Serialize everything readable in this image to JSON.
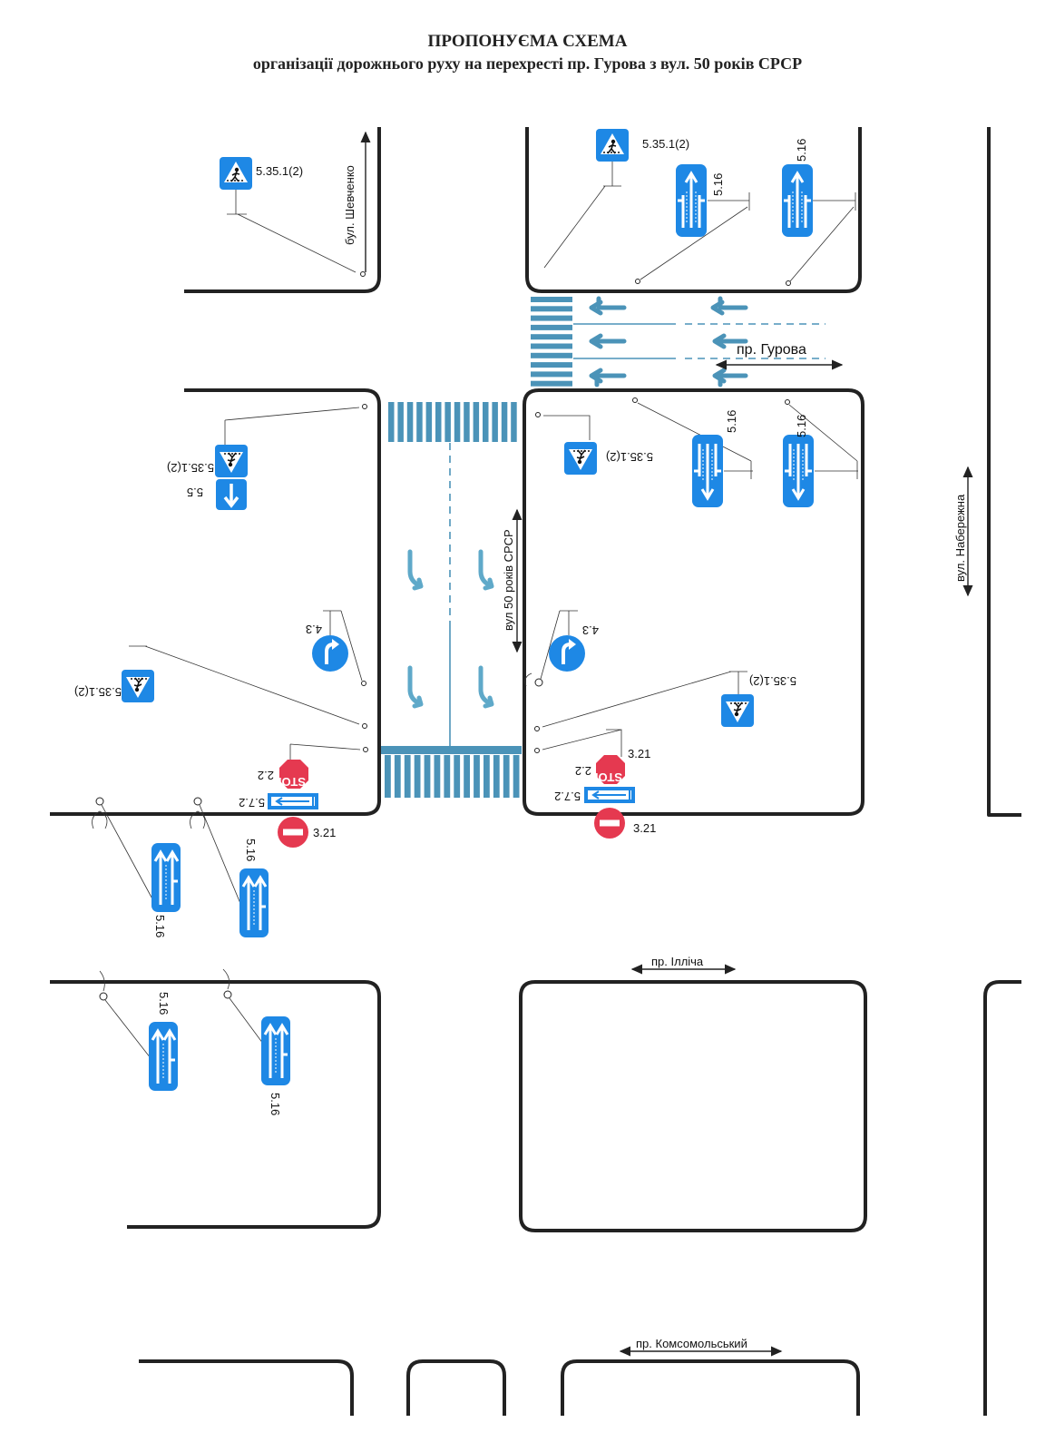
{
  "title": {
    "main": "ПРОПОНУЄМА СХЕМА",
    "sub": "організації дорожнього руху на перехресті пр. Гурова з вул. 50 років СРСР"
  },
  "streets": {
    "shevchenko": "бул. Шевченко",
    "gurova": "пр. Гурова",
    "srsr": "вул 50 років СРСР",
    "naberezhna": "вул. Набережна",
    "illicha": "пр. Ілліча",
    "komsomolskyi": "пр. Комсомольський"
  },
  "sign_codes": {
    "crosswalk": "5.35.1(2)",
    "lanes": "5.16",
    "one_way": "5.5",
    "roundabout": "4.3",
    "stop": "2.2",
    "no_entry": "3.21",
    "lane_start": "5.7.2",
    "stop_text": "STOP"
  },
  "icons": [
    "pedestrian-crossing-sign-icon",
    "lane-direction-sign-icon",
    "stop-sign-icon",
    "no-entry-sign-icon",
    "turn-sign-icon",
    "one-way-sign-icon"
  ],
  "colors": {
    "sign_blue": "#1e88e5",
    "marking": "#4b93b8",
    "stop_red": "#e53950"
  }
}
